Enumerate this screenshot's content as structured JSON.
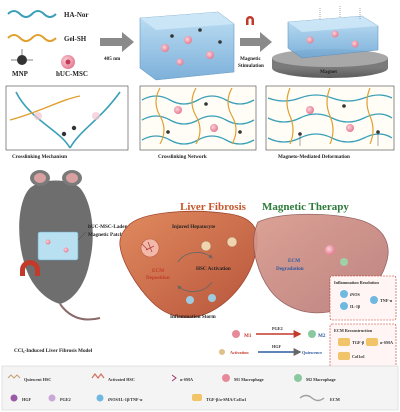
{
  "panel_top": {
    "ha_nor": "HA-Nor",
    "gel_sh": "Gel-SH",
    "mnp": "MNP",
    "huc_msc": "hUC-MSC",
    "nm405": "405 nm",
    "magnetic_stimulation_1": "Magnetic",
    "magnetic_stimulation_2": "Stimulation",
    "magnet": "Magnet",
    "crosslinking_mechanism": "Crosslinking Mechanism",
    "crosslinking_network": "Crosslinking Network",
    "magneto_deformation": "Magneto-Mediated Deformation"
  },
  "panel_middle": {
    "liver_fibrosis": "Liver Fibrosis",
    "magnetic_therapy": "Magnetic Therapy",
    "patch_1": "hUC-MSC-Laden",
    "patch_2": "Magnetic Patch",
    "injured_hepatocyte": "Injured Hepatocyte",
    "ecm_deposition_1": "ECM",
    "ecm_deposition_2": "Deposition",
    "hsc_activation": "HSC Activation",
    "inflammation_storm": "Inflammation Storm",
    "ecm_degradation_1": "ECM",
    "ecm_degradation_2": "Degradation",
    "inflammation_resolution": "Inflammation Resolution",
    "ecm_reconstruction": "ECM Reconstruction",
    "inos": "iNOS",
    "il1b": "IL-1β",
    "tnfa": "TNF-α",
    "tgfb": "TGF-β",
    "asma": "α-SMA",
    "col1a1": "Col1α1",
    "m1": "M1",
    "m2": "M2",
    "pge2": "PGE2",
    "hgf": "HGF",
    "activation": "Activation",
    "quiescence": "Quiescence",
    "model_label": "CCl₄-Induced Liver Fibrosis Model"
  },
  "legend": {
    "row1": [
      {
        "label": "Quiescent HSC",
        "icon": "quiescent-hsc-icon"
      },
      {
        "label": "Activated HSC",
        "icon": "activated-hsc-icon"
      },
      {
        "label": "α-SMA",
        "icon": "asma-icon"
      },
      {
        "label": "M1 Macrophage",
        "icon": "m1-macrophage-icon"
      },
      {
        "label": "M2 Macrophage",
        "icon": "m2-macrophage-icon"
      }
    ],
    "row2": [
      {
        "label": "HGF",
        "icon": "hgf-icon"
      },
      {
        "label": "PGE2",
        "icon": "pge2-icon"
      },
      {
        "label": "iNOS/IL-1β/TNF-α",
        "icon": "inflammatory-factor-icon"
      },
      {
        "label": "TGF-β/α-SMA/Col1α1",
        "icon": "fibrotic-factor-icon"
      },
      {
        "label": "ECM",
        "icon": "ecm-icon"
      }
    ]
  },
  "colors": {
    "ha_nor": "#3aa0b8",
    "gel_sh": "#e0a030",
    "liver": "#c96a4a",
    "hydrogel": "#8fc3e6",
    "cell_pink": "#f3a7b5"
  }
}
